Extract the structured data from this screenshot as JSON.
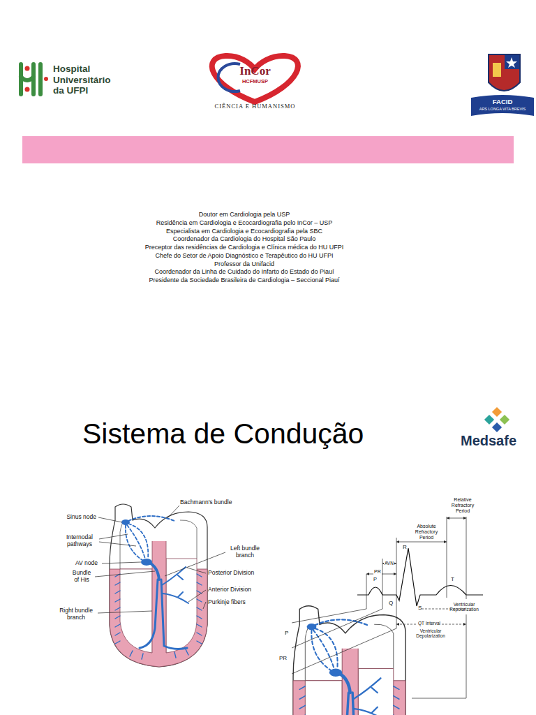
{
  "diagram": {
    "title": "Sistema de Condução",
    "nodes": [
      {
        "text": [
          "InCor",
          "HCFMUSP",
          "CIÊNCIA E HUMANISMO"
        ]
      }
    ],
    "labels": [
      "Hospital Universitário da UFPI",
      "FACID",
      "ARS LONGA VITA BREVIS",
      "Doutor em Cardiologia pela USP",
      "Residência em Cardiologia e Ecocardiografia pelo InCor – USP",
      "Especialista em Cardiologia e Ecocardiografia pela SBC",
      "Coordenador da Cardiologia do Hospital São Paulo",
      "Preceptor das residências de Cardiologia e Clínica médica do HU UFPI",
      "Chefe do Setor de Apoio Diagnóstico e Terapêutico do HU UFPI",
      "Professor da Unifacid",
      "Coordenador da Linha de Cuidado do Infarto do Estado do Piauí",
      "Presidente da Sociedade Brasileira de Cardiologia – Seccional Piauí",
      "Medsafe",
      "Sinus node",
      "Bachmann's bundle",
      "Internodal pathways",
      "AV node",
      "Bundle of His",
      "Left bundle branch",
      "Posterior Division",
      "Anterior Division",
      "Purkinje fibers",
      "Right bundle branch",
      "Relative Refractory Period",
      "Absolute Refractory Period",
      "AVN",
      "PR",
      "P",
      "R",
      "Q",
      "S",
      "T",
      "Ventricular Repolarization",
      "QT Interval",
      "Ventricular Depolarization",
      "P",
      "PR"
    ]
  }
}
